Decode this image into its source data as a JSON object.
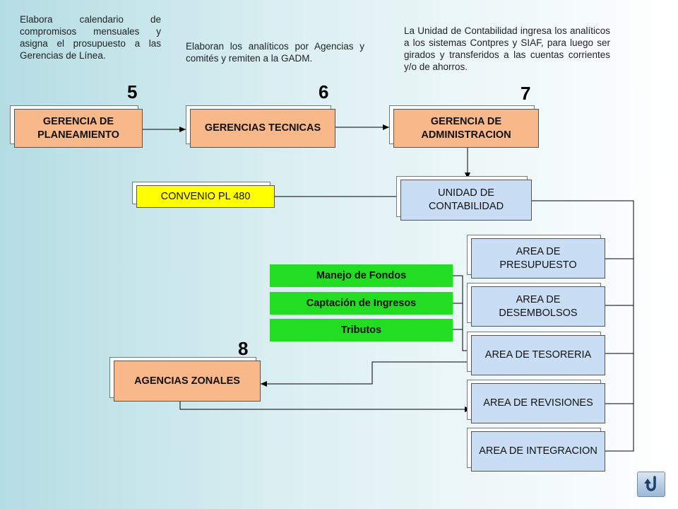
{
  "notes": {
    "planeamiento": "Elabora calendario de compromisos mensuales y asigna el prosupuesto a las Gerencias de Línea.",
    "tecnicas": "Elaboran los analíticos por Agencias y comités y remiten a la GADM.",
    "contabilidad": "La Unidad de Contabilidad ingresa los analíticos a los sistemas Contpres y SIAF, para luego ser girados y transferidos a las cuentas corrientes y/o de ahorros."
  },
  "steps": {
    "s5": "5",
    "s6": "6",
    "s7": "7",
    "s8": "8"
  },
  "boxes": {
    "planeamiento": "GERENCIA DE PLANEAMIENTO",
    "tecnicas": "GERENCIAS TECNICAS",
    "administracion": "GERENCIA DE ADMINISTRACION",
    "convenio": "CONVENIO PL 480",
    "contabilidad": "UNIDAD DE CONTABILIDAD",
    "presupuesto": "AREA DE PRESUPUESTO",
    "desembolsos": "AREA DE DESEMBOLSOS",
    "tesoreria": "AREA DE TESORERIA",
    "revisiones": "AREA DE REVISIONES",
    "integracion": "AREA DE INTEGRACION",
    "agencias": "AGENCIAS ZONALES",
    "fondos": "Manejo de Fondos",
    "captacion": "Captación de Ingresos",
    "tributos": "Tributos"
  },
  "colors": {
    "peach": "#f9b88a",
    "blue": "#c9def4",
    "yellow": "#ffff00",
    "green": "#22dd22"
  },
  "nav": {
    "icon": "return-arrow-icon"
  }
}
